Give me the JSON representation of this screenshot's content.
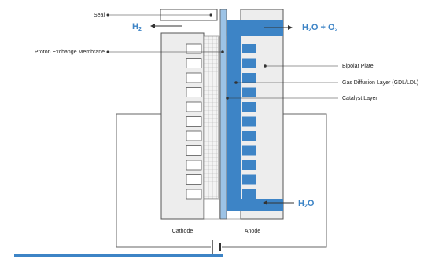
{
  "labels": {
    "seal": "Seal",
    "h2": "H",
    "h2_sub": "2",
    "h2o_o2": "H",
    "h2o_o2_sub1": "2",
    "h2o_o2_mid": "O + O",
    "h2o_o2_sub2": "2",
    "pem": "Proton Exchange Membrane",
    "bipolar_plate": "Bipolar Plate",
    "gdl": "Gas Diffusion Layer (GDL/LDL)",
    "catalyst": "Catalyst Layer",
    "h2o": "H",
    "h2o_sub": "2",
    "h2o_tail": "O",
    "cathode": "Cathode",
    "anode": "Anode"
  },
  "colors": {
    "blue": "#3d84c6",
    "plate_fill": "#ededed",
    "stroke": "#555555",
    "text": "#222222"
  }
}
